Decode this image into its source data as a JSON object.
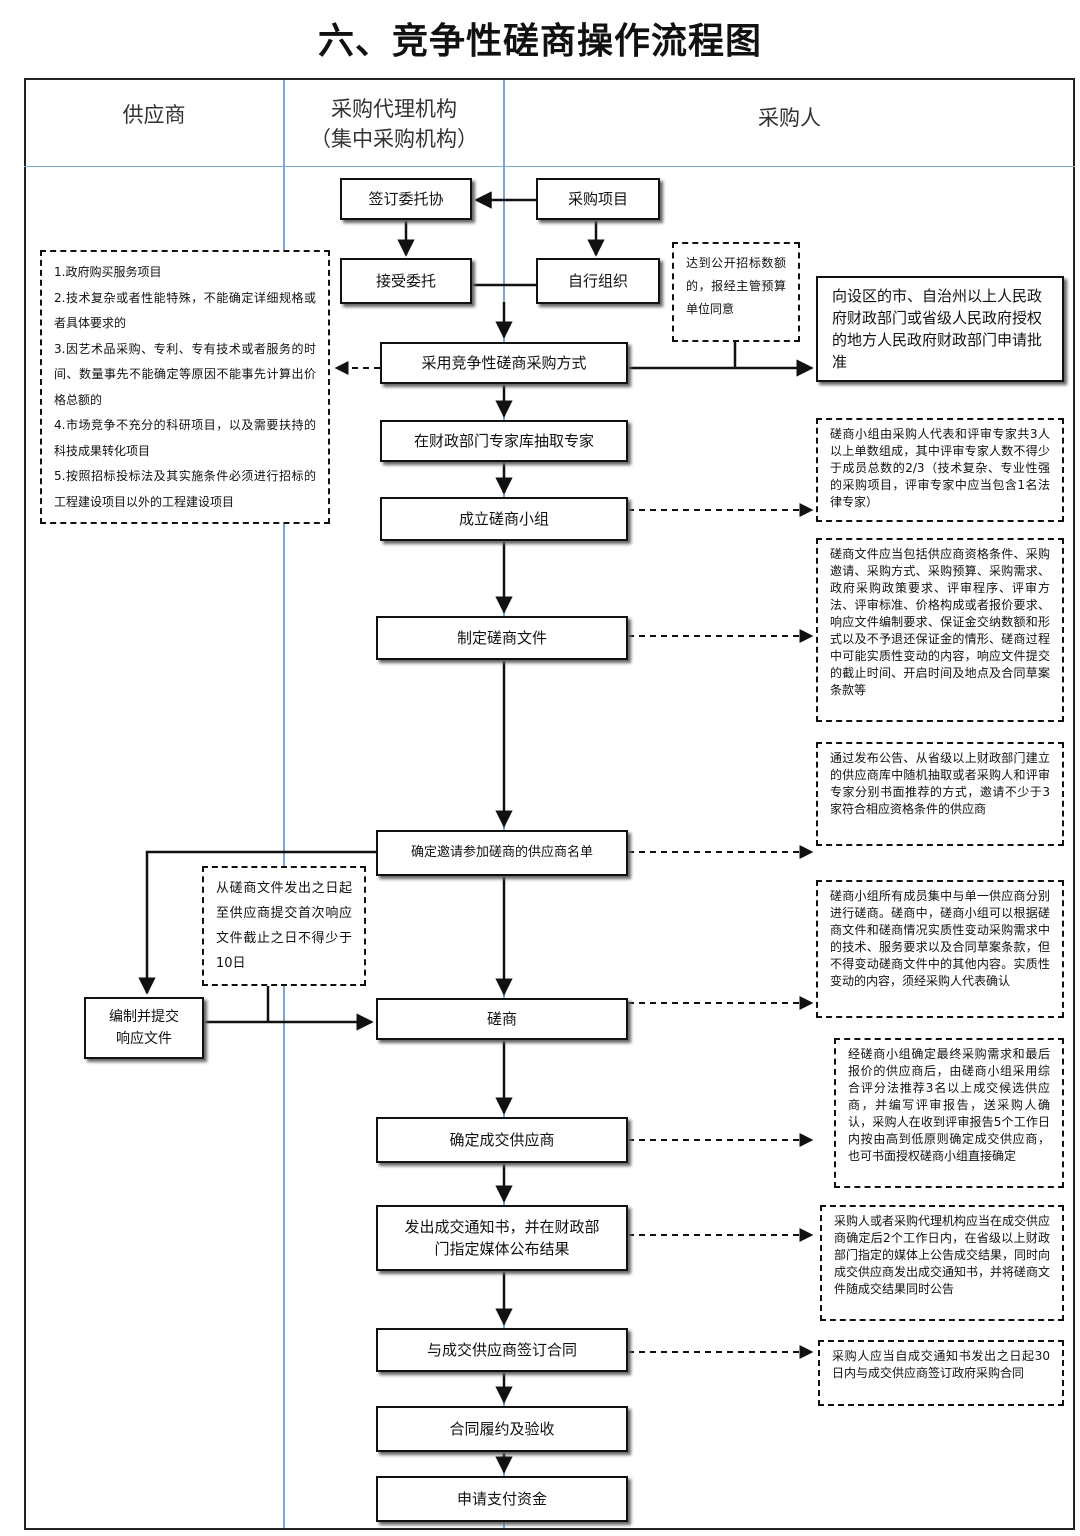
{
  "title": "六、竞争性磋商操作流程图",
  "lanes": {
    "supplier": "供应商",
    "agency_line1": "采购代理机构",
    "agency_line2": "（集中采购机构）",
    "purchaser": "采购人"
  },
  "boxes": {
    "sign_contract_entrust": "签订委托协",
    "purchase_project": "采购项目",
    "accept_entrust": "接受委托",
    "self_organize": "自行组织",
    "adopt_method": "采用竞争性磋商采购方式",
    "extract_experts": "在财政部门专家库抽取专家",
    "form_group": "成立磋商小组",
    "make_docs": "制定磋商文件",
    "determine_list": "确定邀请参加磋商的供应商名单",
    "consult": "磋商",
    "compile_submit_line1": "编制并提交",
    "compile_submit_line2": "响应文件",
    "determine_supplier": "确定成交供应商",
    "notify_line1": "发出成交通知书，并在财政部",
    "notify_line2": "门指定媒体公布结果",
    "sign_contract": "与成交供应商签订合同",
    "perform": "合同履约及验收",
    "apply_pay": "申请支付资金",
    "apply_approval": "向设区的市、自治州以上人民政府财政部门或省级人民政府授权的地方人民政府财政部门申请批准"
  },
  "notes": {
    "scope": [
      "1.政府购买服务项目",
      "2.技术复杂或者性能特殊，不能确定详细规格或者具体要求的",
      "3.因艺术品采购、专利、专有技术或者服务的时间、数量事先不能确定等原因不能事先计算出价格总额的",
      "4.市场竞争不充分的科研项目，以及需要扶持的科技成果转化项目",
      "5.按照招标投标法及其实施条件必须进行招标的工程建设项目以外的工程建设项目"
    ],
    "threshold": "达到公开招标数额的，报经主管预算单位同意",
    "group": "磋商小组由采购人代表和评审专家共3人以上单数组成，其中评审专家人数不得少于成员总数的2/3（技术复杂、专业性强的采购项目，评审专家中应当包含1名法律专家）",
    "docs": "磋商文件应当包括供应商资格条件、采购邀请、采购方式、采购预算、采购需求、政府采购政策要求、评审程序、评审方法、评审标准、价格构成或者报价要求、响应文件编制要求、保证金交纳数额和形式以及不予退还保证金的情形、磋商过程中可能实质性变动的内容，响应文件提交的截止时间、开启时间及地点及合同草案条款等",
    "invite": "通过发布公告、从省级以上财政部门建立的供应商库中随机抽取或者采购人和评审专家分别书面推荐的方式，邀请不少于3家符合相应资格条件的供应商",
    "days": "从磋商文件发出之日起至供应商提交首次响应文件截止之日不得少于10日",
    "consult": "磋商小组所有成员集中与单一供应商分别进行磋商。磋商中，磋商小组可以根据磋商文件和磋商情况实质性变动采购需求中的技术、服务要求以及合同草案条款，但不得变动磋商文件中的其他内容。实质性变动的内容，须经采购人代表确认",
    "determine": "经磋商小组确定最终采购需求和最后报价的供应商后，由磋商小组采用综合评分法推荐3名以上成交候选供应商，并编写评审报告，送采购人确认，采购人在收到评审报告5个工作日内按由高到低原则确定成交供应商，也可书面授权磋商小组直接确定",
    "publish": "采购人或者采购代理机构应当在成交供应商确定后2个工作日内，在省级以上财政部门指定的媒体上公告成交结果，同时向成交供应商发出成交通知书，并将磋商文件随成交结果同时公告",
    "contract": "采购人应当自成交通知书发出之日起30日内与成交供应商签订政府采购合同"
  },
  "colors": {
    "lane_line": "#7aa7d6",
    "border": "#111111"
  }
}
